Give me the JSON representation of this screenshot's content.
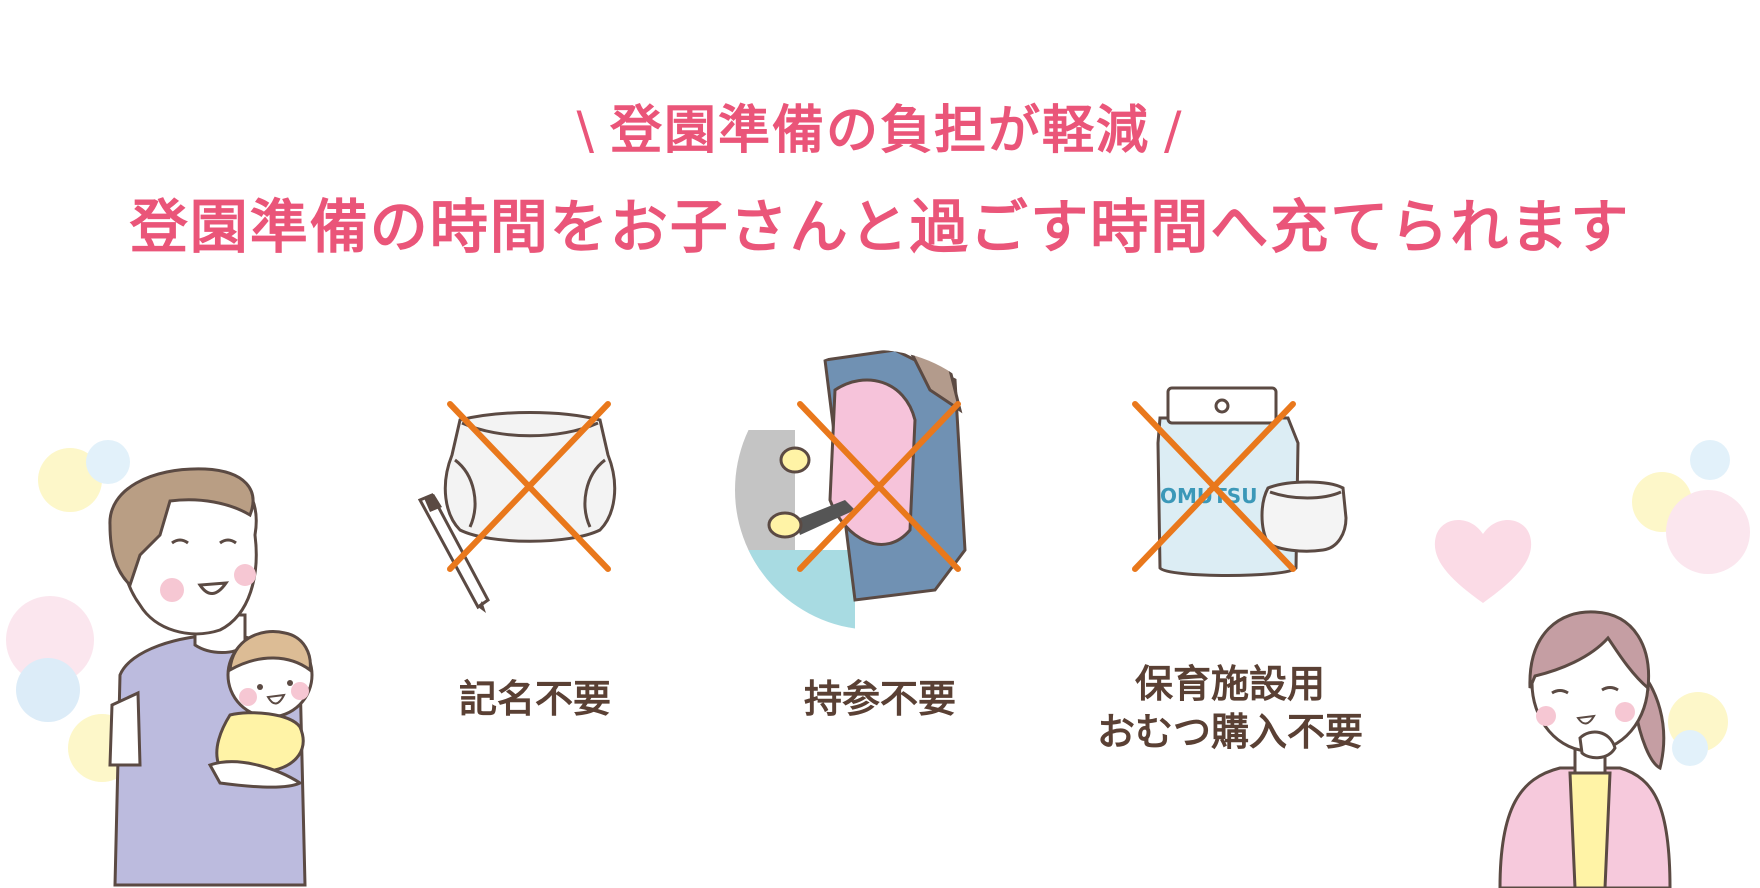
{
  "header": {
    "subtitle_prefix": "\\",
    "subtitle": "登園準備の負担が軽減",
    "subtitle_suffix": "/",
    "headline": "登園準備の時間をお子さんと過ごす時間へ充てられます"
  },
  "items": [
    {
      "label": "記名不要"
    },
    {
      "label": "持参不要"
    },
    {
      "label_line1": "保育施設用",
      "label_line2": "おむつ購入不要"
    }
  ],
  "package_text": "OMUTSU",
  "colors": {
    "accent_pink": "#ea5579",
    "cross_orange": "#e9781c",
    "label_brown": "#5a4034",
    "outline": "#5b4a43"
  }
}
